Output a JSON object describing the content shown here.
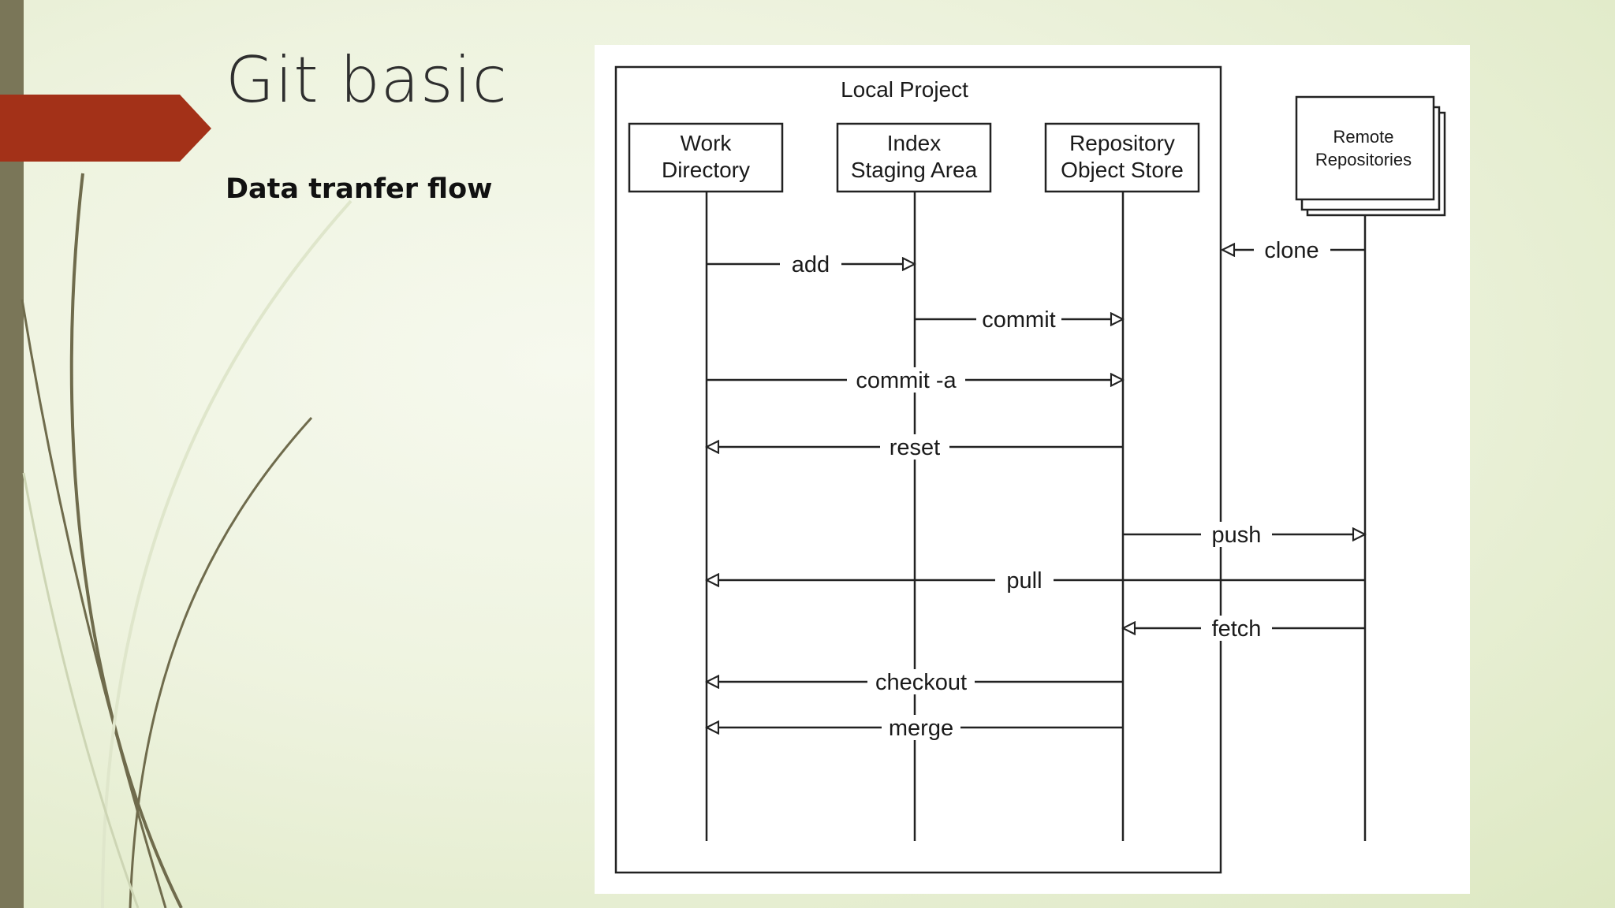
{
  "slide": {
    "title": "Git basic",
    "subtitle": "Data tranfer flow"
  },
  "diagram": {
    "frame_label": "Local Project",
    "participants": [
      {
        "id": "wd",
        "line1": "Work",
        "line2": "Directory"
      },
      {
        "id": "ix",
        "line1": "Index",
        "line2": "Staging Area"
      },
      {
        "id": "rp",
        "line1": "Repository",
        "line2": "Object Store"
      },
      {
        "id": "rm",
        "line1": "Remote",
        "line2": "Repositories"
      }
    ],
    "messages": [
      {
        "label": "clone",
        "from": "rm",
        "to": "local"
      },
      {
        "label": "add",
        "from": "wd",
        "to": "ix"
      },
      {
        "label": "commit",
        "from": "ix",
        "to": "rp"
      },
      {
        "label": "commit -a",
        "from": "wd",
        "to": "rp"
      },
      {
        "label": "reset",
        "from": "rp",
        "to": "wd"
      },
      {
        "label": "push",
        "from": "rp",
        "to": "rm"
      },
      {
        "label": "pull",
        "from": "rm",
        "to": "wd"
      },
      {
        "label": "fetch",
        "from": "rm",
        "to": "rp"
      },
      {
        "label": "checkout",
        "from": "rp",
        "to": "wd"
      },
      {
        "label": "merge",
        "from": "rp",
        "to": "wd"
      }
    ]
  },
  "colors": {
    "accent": "#a33118",
    "side_band": "#7a7658",
    "title": "#2e2e2e"
  }
}
